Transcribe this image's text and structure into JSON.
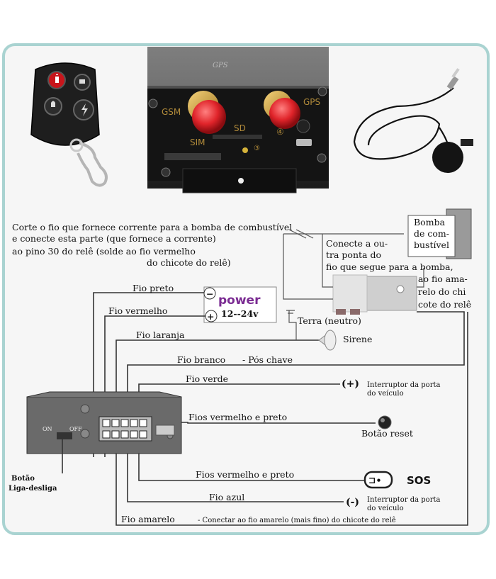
{
  "products": {
    "remote": {
      "label": "remote-control",
      "buttons": [
        "lock-icon",
        "unlock-icon",
        "bell-icon",
        "flash-icon"
      ]
    },
    "tracker": {
      "gsm": "GSM",
      "sd": "SD",
      "sim": "SIM",
      "gps": "GPS",
      "num3": "③",
      "num4": "④",
      "brand": "GPS"
    },
    "microphone": {
      "label": "microphone"
    }
  },
  "instructions": {
    "cut_wire_line1": "Corte o fio que fornece corrente para a bomba de combustível",
    "cut_wire_line2": "e conecte esta parte (que fornece a corrente)",
    "cut_wire_line3": "ao pino 30 do relê (solde ao fio vermelho",
    "cut_wire_line4": "do chicote do relê)",
    "connect_line1": "Conecte a ou-",
    "connect_line2": "tra ponta do",
    "connect_line3": "fio que segue para a bomba,",
    "connect_line4": "ao fio ama-",
    "connect_line5": "relo do chi",
    "connect_line6": "cote do relê"
  },
  "pump": {
    "line1": "Bomba",
    "line2": "de com-",
    "line3": "bustível"
  },
  "power": {
    "label": "power",
    "voltage": "12--24v",
    "minus": "−",
    "plus": "+"
  },
  "wires": {
    "preto": "Fio preto",
    "vermelho": "Fio vermelho",
    "laranja": "Fio laranja",
    "branco": "Fio branco",
    "branco_note": "- Pós chave",
    "verde": "Fio verde",
    "vermelho_preto_1": "Fios vermelho e preto",
    "vermelho_preto_2": "Fios vermelho e preto",
    "azul": "Fio azul",
    "amarelo": "Fio amarelo",
    "amarelo_note": "- Conectar ao fio amarelo (mais fino) do chicote do relê"
  },
  "devices": {
    "terra": "Terra (neutro)",
    "sirene": "Sirene",
    "door_plus_sign": "(+)",
    "door_plus_line1": "Interruptor da porta",
    "door_plus_line2": "do veículo",
    "reset": "Botão reset",
    "sos": "SOS",
    "door_minus_sign": "(-)",
    "door_minus_line1": "Interruptor da porta",
    "door_minus_line2": "do veículo"
  },
  "unit": {
    "switch_on": "ON",
    "switch_off": "OFF",
    "onoff_line1": "Botão",
    "onoff_line2": "Liga-desliga"
  },
  "colors": {
    "frame": "#a9d3d1",
    "power_text": "#7a2a92",
    "accent_red": "#e0242a"
  }
}
